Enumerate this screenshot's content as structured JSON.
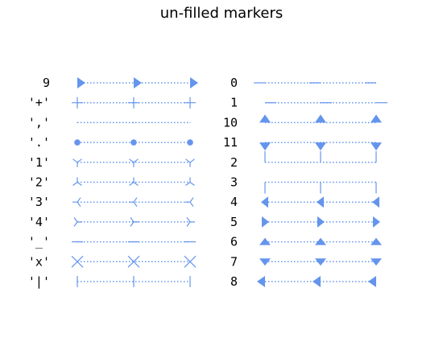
{
  "figure": {
    "title": "un-filled markers"
  },
  "chart_data": {
    "type": "scatter",
    "title": "un-filled markers",
    "subplots": [
      {
        "name": "left-column",
        "markers": [
          {
            "label": "9",
            "marker": "caretrightbase"
          },
          {
            "label": "'+'",
            "marker": "plus"
          },
          {
            "label": "','",
            "marker": "pixel"
          },
          {
            "label": "'.'",
            "marker": "point"
          },
          {
            "label": "'1'",
            "marker": "tri_down"
          },
          {
            "label": "'2'",
            "marker": "tri_up"
          },
          {
            "label": "'3'",
            "marker": "tri_left"
          },
          {
            "label": "'4'",
            "marker": "tri_right"
          },
          {
            "label": "'_'",
            "marker": "hline"
          },
          {
            "label": "'x'",
            "marker": "x"
          },
          {
            "label": "'|'",
            "marker": "vline"
          }
        ]
      },
      {
        "name": "right-column",
        "markers": [
          {
            "label": "0",
            "marker": "tickleft"
          },
          {
            "label": "1",
            "marker": "tickright"
          },
          {
            "label": "10",
            "marker": "caretupbase"
          },
          {
            "label": "11",
            "marker": "caretdownbase"
          },
          {
            "label": "2",
            "marker": "tickup"
          },
          {
            "label": "3",
            "marker": "tickdown"
          },
          {
            "label": "4",
            "marker": "caretleft"
          },
          {
            "label": "5",
            "marker": "caretright"
          },
          {
            "label": "6",
            "marker": "caretup"
          },
          {
            "label": "7",
            "marker": "caretdown"
          },
          {
            "label": "8",
            "marker": "caretleftbase"
          }
        ]
      }
    ],
    "points_per_row": 3,
    "x": [
      0,
      1,
      2
    ],
    "line_style": "dotted",
    "color": "#6495ed",
    "axes": "off",
    "grid": false
  }
}
